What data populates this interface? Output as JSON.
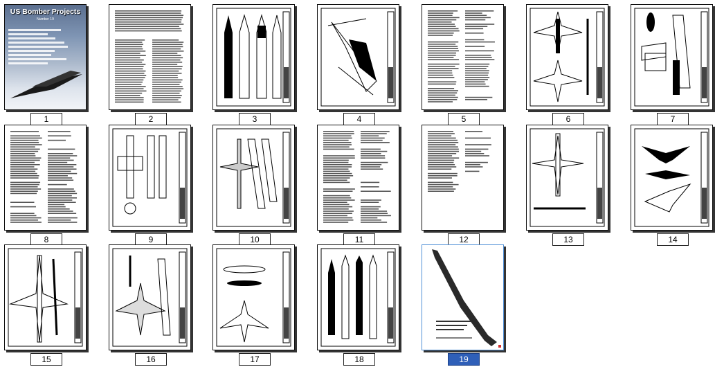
{
  "cover": {
    "title": "US Bomber Projects",
    "subtitle": "Number 19"
  },
  "pages": [
    {
      "label": "1",
      "kind": "cover",
      "selected": false
    },
    {
      "label": "2",
      "kind": "text1",
      "selected": false
    },
    {
      "label": "3",
      "kind": "drawing",
      "selected": false
    },
    {
      "label": "4",
      "kind": "drawing",
      "selected": false
    },
    {
      "label": "5",
      "kind": "text2",
      "selected": false
    },
    {
      "label": "6",
      "kind": "drawing",
      "selected": false
    },
    {
      "label": "7",
      "kind": "drawing",
      "selected": false
    },
    {
      "label": "8",
      "kind": "text2",
      "selected": false
    },
    {
      "label": "9",
      "kind": "drawing",
      "selected": false
    },
    {
      "label": "10",
      "kind": "drawing",
      "selected": false
    },
    {
      "label": "11",
      "kind": "text2",
      "selected": false
    },
    {
      "label": "12",
      "kind": "text2",
      "selected": false
    },
    {
      "label": "13",
      "kind": "drawing",
      "selected": false
    },
    {
      "label": "14",
      "kind": "drawing",
      "selected": false
    },
    {
      "label": "15",
      "kind": "drawing",
      "selected": false
    },
    {
      "label": "16",
      "kind": "drawing",
      "selected": false
    },
    {
      "label": "17",
      "kind": "drawing",
      "selected": false
    },
    {
      "label": "18",
      "kind": "drawing",
      "selected": false
    },
    {
      "label": "19",
      "kind": "photo",
      "selected": true
    }
  ],
  "colors": {
    "selected_label_bg": "#2f5fb8",
    "selected_border": "#4f8fd6"
  }
}
